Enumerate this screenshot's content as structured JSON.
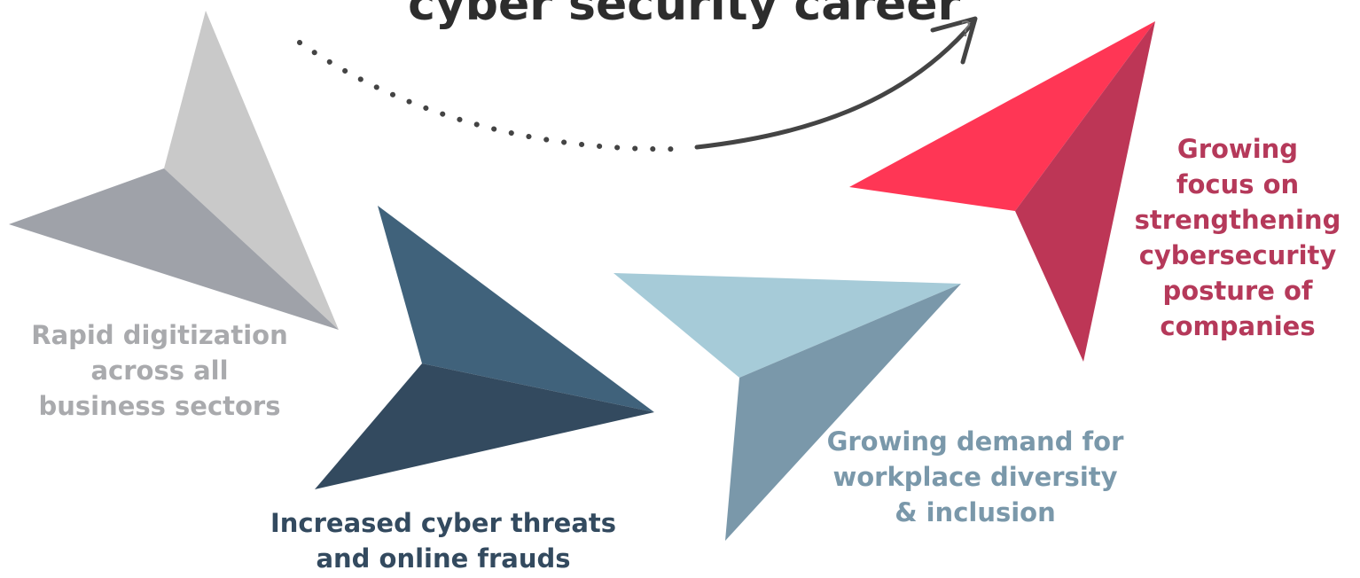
{
  "title": {
    "text": "cyber security career",
    "suffix": "?"
  },
  "labels": {
    "digitization": "Rapid digitization\nacross all\nbusiness sectors",
    "threats": "Increased cyber threats\nand online frauds",
    "diversity": "Growing demand for\nworkplace diversity\n& inclusion",
    "focus": "Growing\nfocus on\nstrengthening\ncybersecurity\nposture of\ncompanies"
  },
  "colors": {
    "gray_light": "#c9c9c9",
    "gray_dark": "#9fa2a9",
    "navy_light": "#40627b",
    "navy_dark": "#334a5f",
    "blue_light": "#a6cbd8",
    "blue_dark": "#7a98aa",
    "red_light": "#ff3655",
    "red_dark": "#bd3656",
    "arrow": "#444444"
  },
  "icons": {
    "curved_arrow": "dotted-curved-arrow-icon",
    "paper_plane": "paper-plane-icon"
  }
}
